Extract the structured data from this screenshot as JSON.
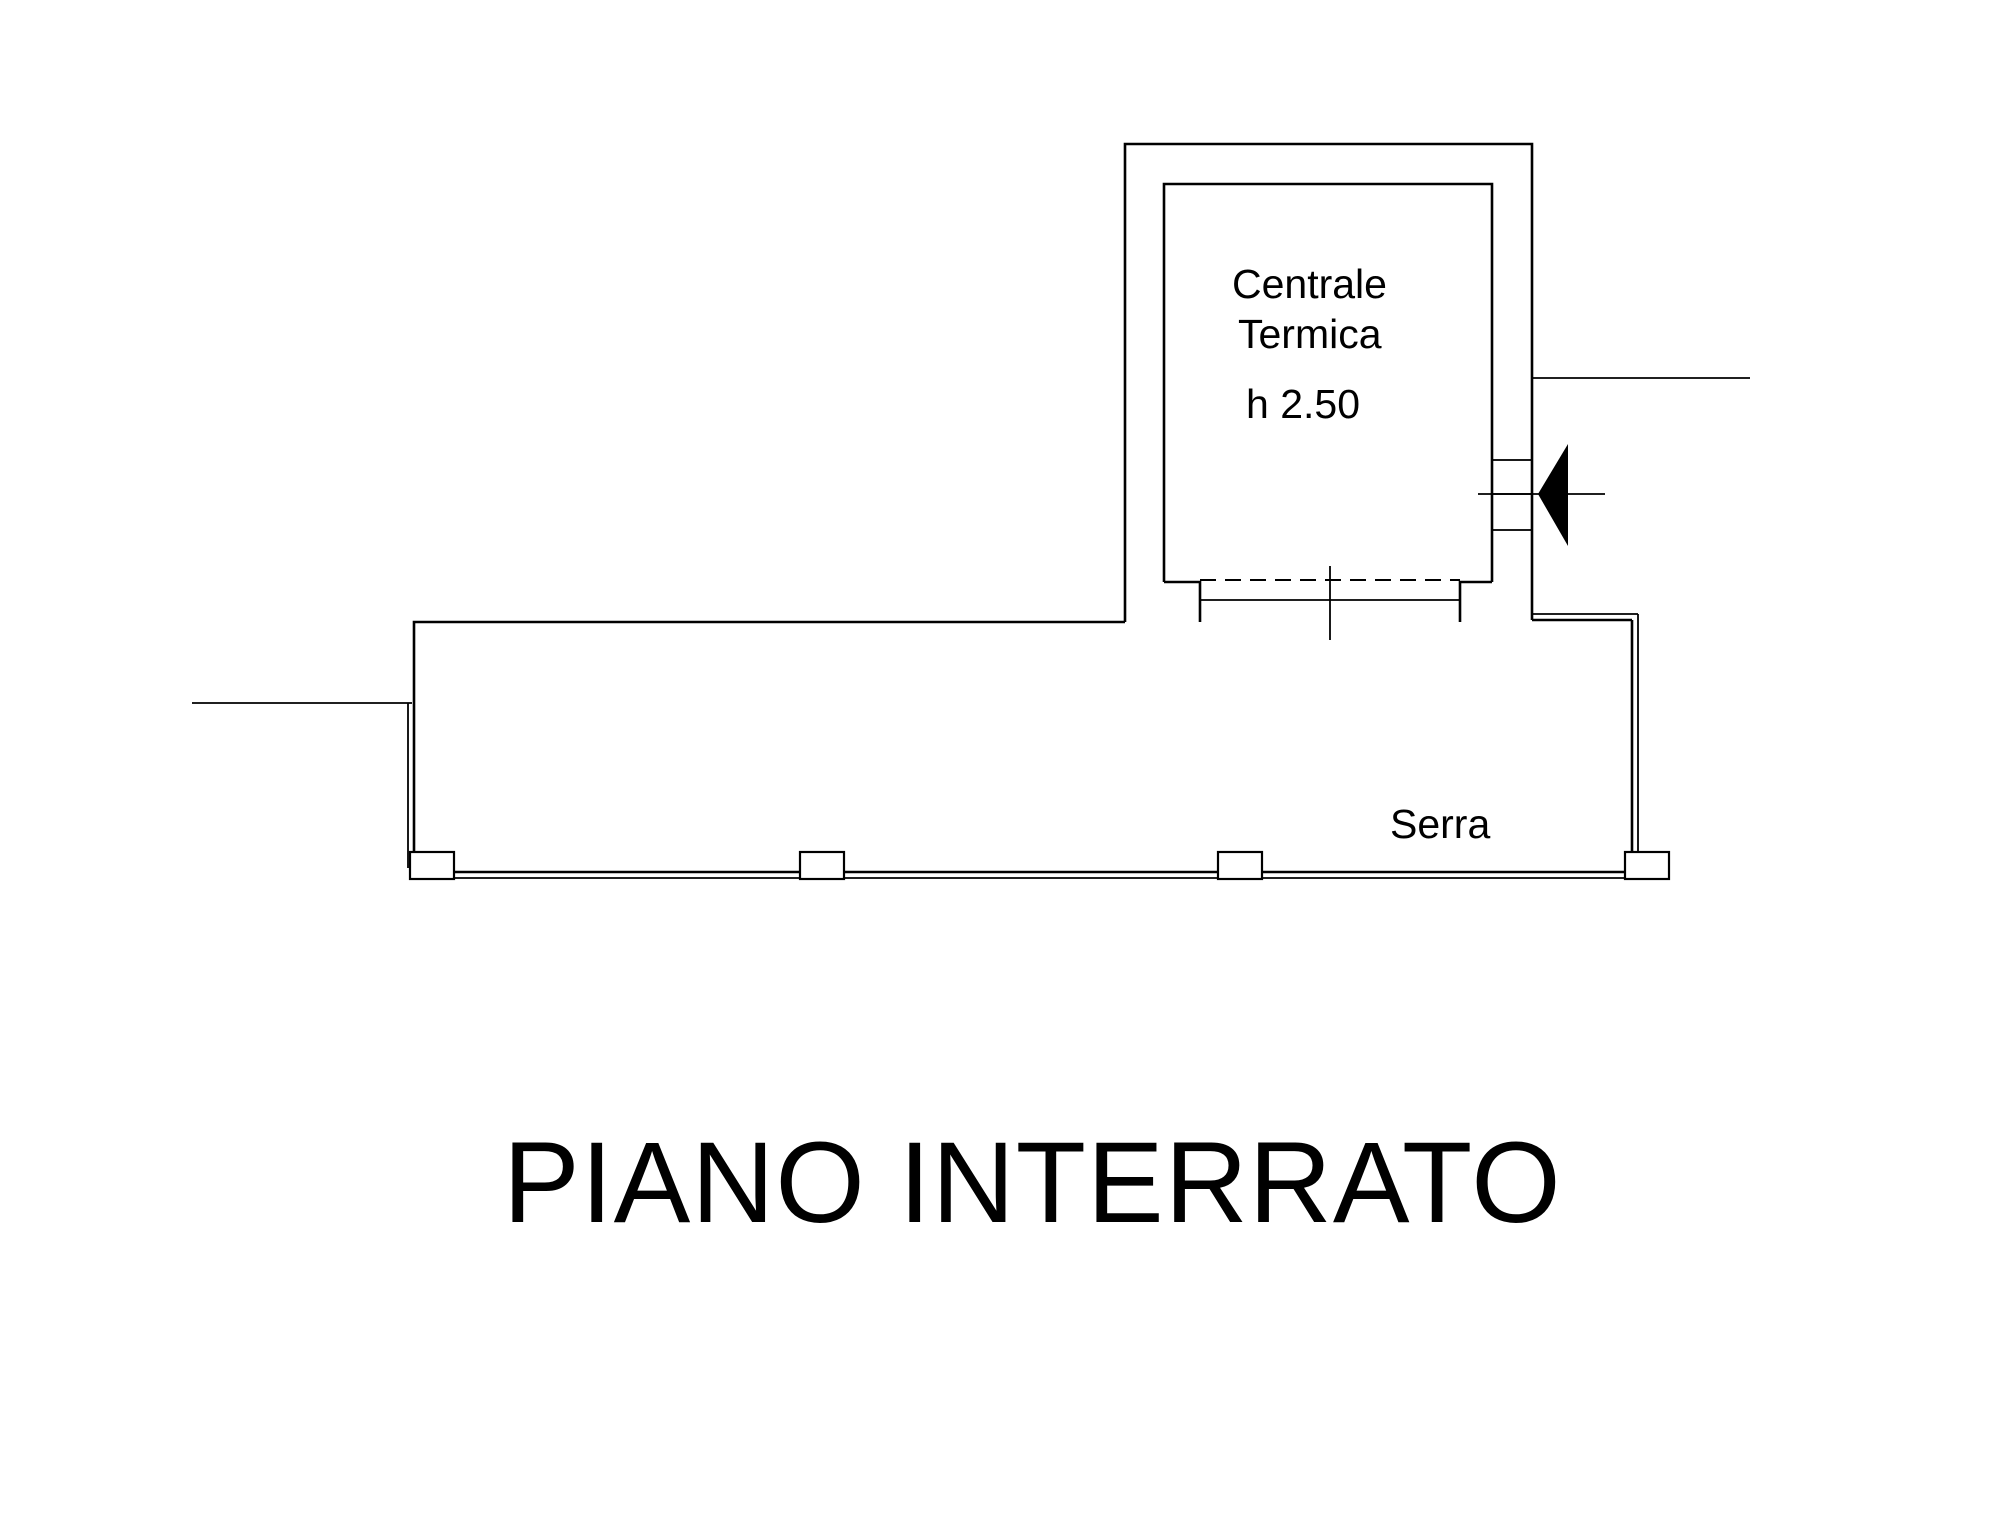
{
  "plan": {
    "title": "PIANO INTERRATO",
    "rooms": [
      {
        "id": "centrale-termica",
        "name_line1": "Centrale",
        "name_line2": "Termica",
        "height_label": "h 2.50"
      },
      {
        "id": "serra",
        "name": "Serra"
      }
    ],
    "symbols": [
      {
        "name": "entrance-arrow-icon",
        "meaning": "entrance indicator arrow"
      }
    ]
  }
}
